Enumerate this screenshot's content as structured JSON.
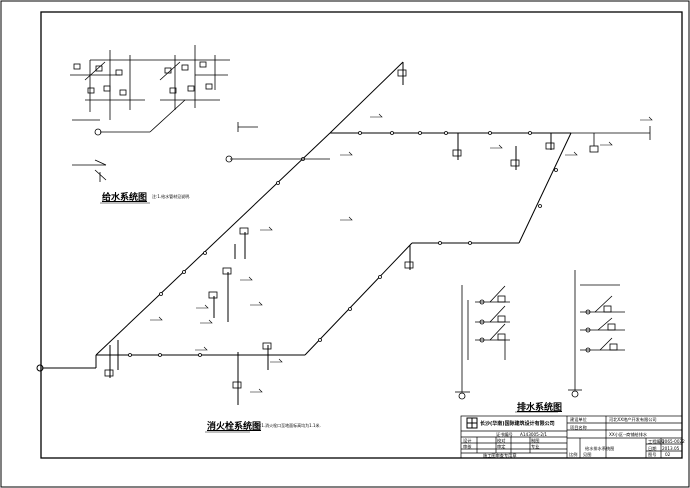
{
  "drawing": {
    "titles": {
      "water_supply": "给水系统图",
      "fire_hydrant": "消火栓系统图",
      "drainage": "排水系统图"
    },
    "notes": {
      "water_supply_note": "注:1.给水管材见说明.",
      "fire_note": "注:1.消火栓口至地面标高均为1.1米."
    }
  },
  "title_block": {
    "company": "长沙(华南)国际建筑设计有限公司",
    "cert_label": "证书编号",
    "cert_value": "A143005-2/1",
    "client_label": "建设单位",
    "client_value": "河北XX地产开发有限公司",
    "project_label": "项目名称",
    "project_value": "XX小区--商铺给排水",
    "drawing_name": "给水排水系统图",
    "date_label": "日期",
    "date_value": "2013.05",
    "number_label": "图号",
    "number_value": "02",
    "project_no_label": "工程编号",
    "project_no_value": "2065-0022",
    "scale_label": "比例",
    "scale_value": "见图",
    "seal_text": "施工图审查专用章",
    "roles": [
      "设计",
      "审核",
      "校对",
      "审定",
      "制图",
      "专业"
    ]
  },
  "colors": {
    "line": "#000000",
    "background": "#ffffff"
  }
}
